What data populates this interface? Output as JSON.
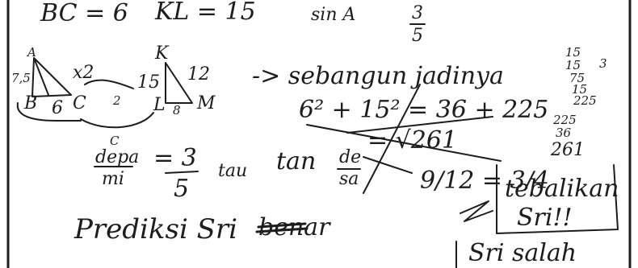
{
  "notes": {
    "top": {
      "bc": "BC = 6",
      "kl": "KL = 15",
      "sin": "sin A",
      "sin_num": "3",
      "sin_den": "5"
    },
    "triangle_abc": {
      "a": "A",
      "b": "B",
      "c": "C",
      "ab_len": "7,5",
      "bc_len": "6",
      "mark": "x2"
    },
    "triangle_klm": {
      "k": "K",
      "l": "L",
      "m": "M",
      "kl_len": "15",
      "km_len": "12",
      "lm_len": "8"
    },
    "arrow_labels": {
      "scale": "15",
      "factor": "2"
    },
    "statement": "-> sebangun  jadinya",
    "pythag": {
      "line1": "6² + 15² = 36 + 225",
      "line2": "= √261"
    },
    "side_calc": {
      "a": "15",
      "b": "15",
      "c": "75",
      "d": "15",
      "e": "225",
      "f": "225",
      "g": "36",
      "h": "261",
      "i": "3"
    },
    "trig": {
      "c_label": "C",
      "depa": "depa",
      "mi": "mi",
      "eq": "= 3",
      "five": "5",
      "tau": "tau",
      "tan": "tan",
      "de": "de",
      "sa": "sa",
      "ratio": "9/12 = 3/4"
    },
    "boxed": {
      "line1": "tebalikan",
      "line2": "Sri!!"
    },
    "prediksi": "Prediksi  Sri",
    "crossed": "benar",
    "salah": "Sri salah"
  }
}
